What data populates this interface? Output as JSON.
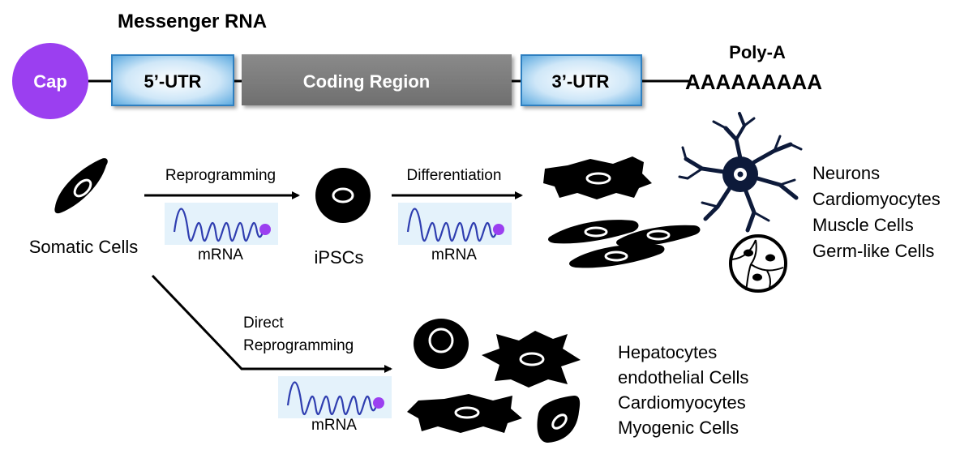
{
  "mrna_structure": {
    "title": "Messenger RNA",
    "cap_label": "Cap",
    "utr5_label": "5’-UTR",
    "coding_label": "Coding Region",
    "utr3_label": "3’-UTR",
    "polya_label": "Poly-A",
    "polya_sequence": "AAAAAAAAA"
  },
  "workflow": {
    "somatic_label": "Somatic Cells",
    "reprogramming_label": "Reprogramming",
    "ipsc_label": "iPSCs",
    "differentiation_label": "Differentiation",
    "mrna_label": "mRNA",
    "direct_label_line1": "Direct",
    "direct_label_line2": "Reprogramming",
    "differentiated_cells": [
      "Neurons",
      "Cardiomyocytes",
      "Muscle Cells",
      "Germ-like Cells"
    ],
    "direct_cells": [
      "Hepatocytes",
      "endothelial Cells",
      "Cardiomyocytes",
      "Myogenic Cells"
    ]
  },
  "colors": {
    "cap": "#9b3ff0",
    "utr_box": "#8fc6ec",
    "utr_border": "#2f7fc0",
    "coding_box": "#7f7f7f",
    "mrna_panel": "#e4f2fb",
    "mrna_wave": "#2f3eb0",
    "mrna_dot": "#9b3ff0",
    "cell_fill": "#000000"
  }
}
